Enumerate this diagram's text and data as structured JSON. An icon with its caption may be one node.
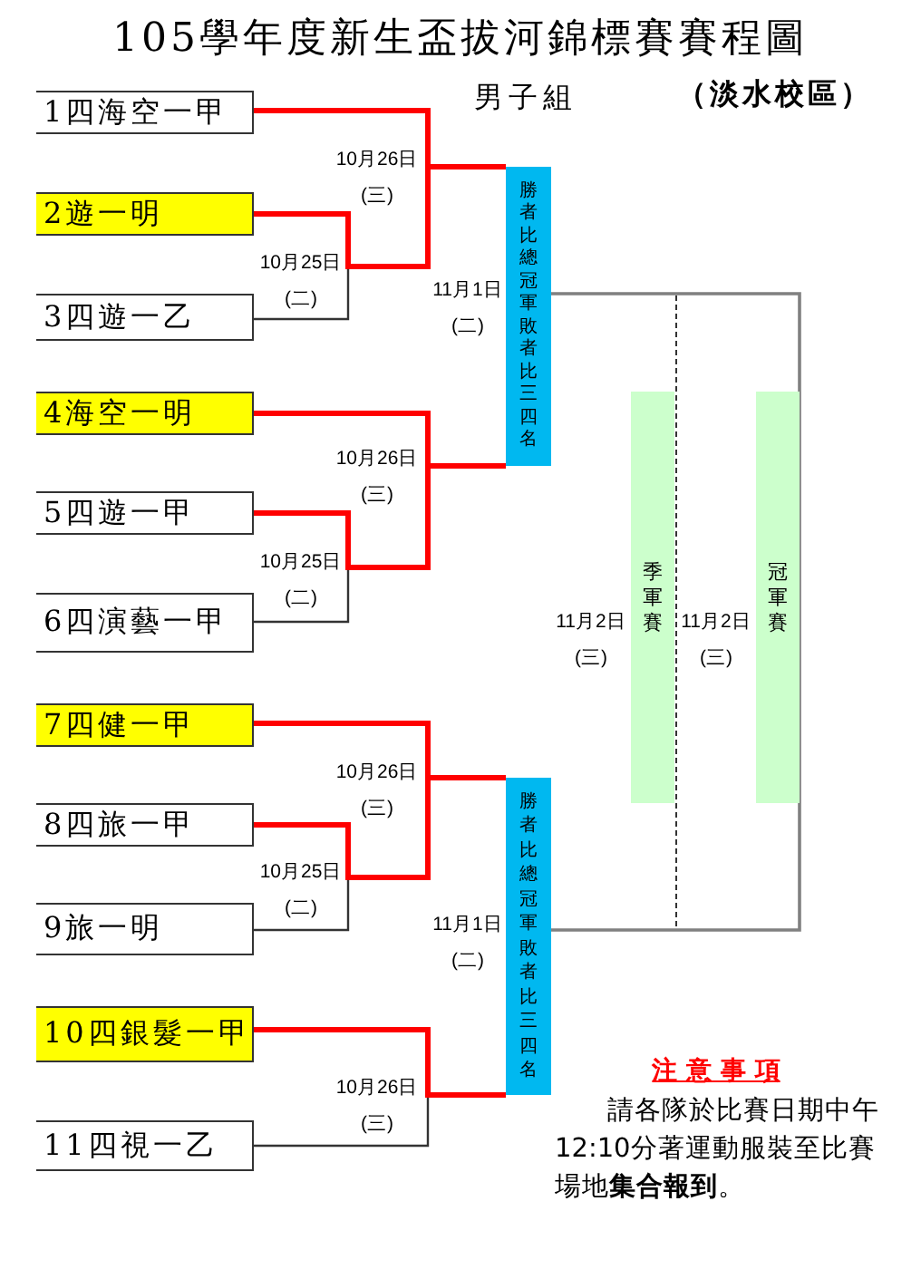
{
  "diagram": {
    "title": "105學年度新生盃拔河錦標賽賽程圖",
    "nodes": [
      {
        "text": [
          "1四海空一甲"
        ]
      },
      {
        "text": [
          "2遊一明"
        ]
      },
      {
        "text": [
          "3四遊一乙"
        ]
      },
      {
        "text": [
          "4海空一明"
        ]
      },
      {
        "text": [
          "5四遊一甲"
        ]
      },
      {
        "text": [
          "6四演藝一甲"
        ]
      },
      {
        "text": [
          "7四健一甲"
        ]
      },
      {
        "text": [
          "8四旅一甲"
        ]
      },
      {
        "text": [
          "9旅一明"
        ]
      },
      {
        "text": [
          "10四銀髮一甲"
        ]
      },
      {
        "text": [
          "11四視一乙"
        ]
      },
      {
        "text": [
          "勝者比總冠軍敗者比三四名"
        ]
      },
      {
        "text": [
          "勝者比總冠軍敗者比三四名"
        ]
      },
      {
        "text": [
          "季軍賽"
        ]
      },
      {
        "text": [
          "冠軍賽"
        ]
      }
    ],
    "edges": [
      {
        "from": 0,
        "to": 11,
        "arrow": "none",
        "color": "#ff0000"
      },
      {
        "from": 1,
        "to": 11,
        "arrow": "none",
        "color": "#ff0000"
      },
      {
        "from": 2,
        "to": 11,
        "arrow": "none",
        "color": "#333333"
      },
      {
        "from": 3,
        "to": 11,
        "arrow": "none",
        "color": "#ff0000"
      },
      {
        "from": 4,
        "to": 11,
        "arrow": "none",
        "color": "#ff0000"
      },
      {
        "from": 5,
        "to": 11,
        "arrow": "none",
        "color": "#333333"
      },
      {
        "from": 6,
        "to": 12,
        "arrow": "none",
        "color": "#ff0000"
      },
      {
        "from": 7,
        "to": 12,
        "arrow": "none",
        "color": "#ff0000"
      },
      {
        "from": 8,
        "to": 12,
        "arrow": "none",
        "color": "#333333"
      },
      {
        "from": 9,
        "to": 12,
        "arrow": "none",
        "color": "#ff0000"
      },
      {
        "from": 10,
        "to": 12,
        "arrow": "none",
        "color": "#333333"
      },
      {
        "from": 11,
        "to": 12,
        "arrow": "none",
        "style": "dashed",
        "color": "#333333"
      },
      {
        "from": 11,
        "to": 12,
        "arrow": "none",
        "color": "#808080"
      }
    ],
    "labels": [
      "男子組",
      "（淡水校區）",
      "10月26日 (三)",
      "10月25日 (二)",
      "11月1日 (二)",
      "10月26日 (三)",
      "10月25日 (二)",
      "11月2日 (三)",
      "11月2日 (三)",
      "10月26日 (三)",
      "10月25日 (二)",
      "11月1日 (二)",
      "10月26日 (三)",
      "注 意 事 項",
      "請各隊於比賽日期中午12:10分著運動服裝至比賽場地**集合報到**。"
    ]
  }
}
